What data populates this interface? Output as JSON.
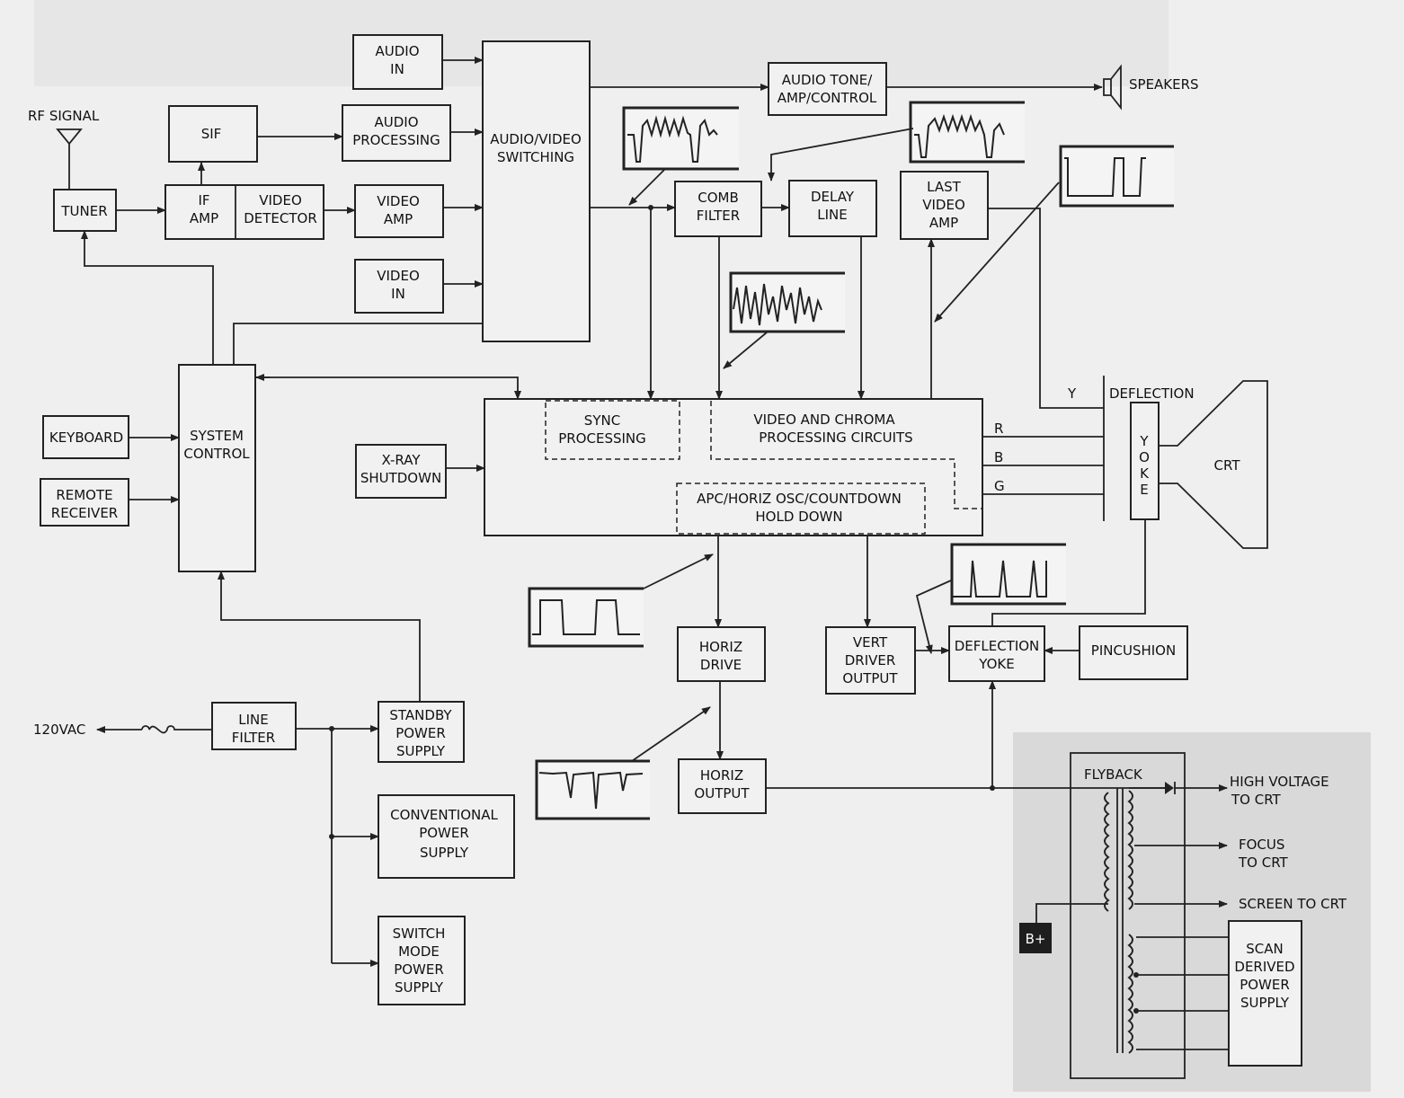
{
  "blocks": {
    "rf_signal": "RF SIGNAL",
    "tuner": "TUNER",
    "sif": "SIF",
    "if_amp": [
      "IF",
      "AMP"
    ],
    "video_detector": [
      "VIDEO",
      "DETECTOR"
    ],
    "audio_in": [
      "AUDIO",
      "IN"
    ],
    "audio_processing": [
      "AUDIO",
      "PROCESSING"
    ],
    "video_amp": [
      "VIDEO",
      "AMP"
    ],
    "video_in": [
      "VIDEO",
      "IN"
    ],
    "av_switching": [
      "AUDIO/VIDEO",
      "SWITCHING"
    ],
    "audio_tone": [
      "AUDIO TONE/",
      "AMP/CONTROL"
    ],
    "speakers": "SPEAKERS",
    "comb_filter": [
      "COMB",
      "FILTER"
    ],
    "delay_line": [
      "DELAY",
      "LINE"
    ],
    "last_video_amp": [
      "LAST",
      "VIDEO",
      "AMP"
    ],
    "system_control": [
      "SYSTEM",
      "CONTROL"
    ],
    "keyboard": "KEYBOARD",
    "remote_receiver": [
      "REMOTE",
      "RECEIVER"
    ],
    "xray_shutdown": [
      "X-RAY",
      "SHUTDOWN"
    ],
    "sync_processing": [
      "SYNC",
      "PROCESSING"
    ],
    "video_chroma": [
      "VIDEO AND CHROMA",
      "PROCESSING CIRCUITS"
    ],
    "apc_horiz": [
      "APC/HORIZ OSC/COUNTDOWN",
      "HOLD DOWN"
    ],
    "y_label": "Y",
    "r_label": "R",
    "b_label": "B",
    "g_label": "G",
    "deflection": "DEFLECTION",
    "yoke_letters": [
      "Y",
      "O",
      "K",
      "E"
    ],
    "crt": "CRT",
    "horiz_drive": [
      "HORIZ",
      "DRIVE"
    ],
    "vert_driver": [
      "VERT",
      "DRIVER",
      "OUTPUT"
    ],
    "deflection_yoke": [
      "DEFLECTION",
      "YOKE"
    ],
    "pincushion": "PINCUSHION",
    "horiz_output": [
      "HORIZ",
      "OUTPUT"
    ],
    "vac": "120VAC",
    "line_filter": [
      "LINE",
      "FILTER"
    ],
    "standby_ps": [
      "STANDBY",
      "POWER",
      "SUPPLY"
    ],
    "conventional_ps": [
      "CONVENTIONAL",
      "POWER",
      "SUPPLY"
    ],
    "switch_mode_ps": [
      "SWITCH",
      "MODE",
      "POWER",
      "SUPPLY"
    ],
    "flyback": "FLYBACK",
    "high_voltage": [
      "HIGH VOLTAGE",
      "TO CRT"
    ],
    "focus": [
      "FOCUS",
      "TO CRT"
    ],
    "screen": "SCREEN TO CRT",
    "b_plus": "B+",
    "scan_derived_ps": [
      "SCAN",
      "DERIVED",
      "POWER",
      "SUPPLY"
    ]
  }
}
